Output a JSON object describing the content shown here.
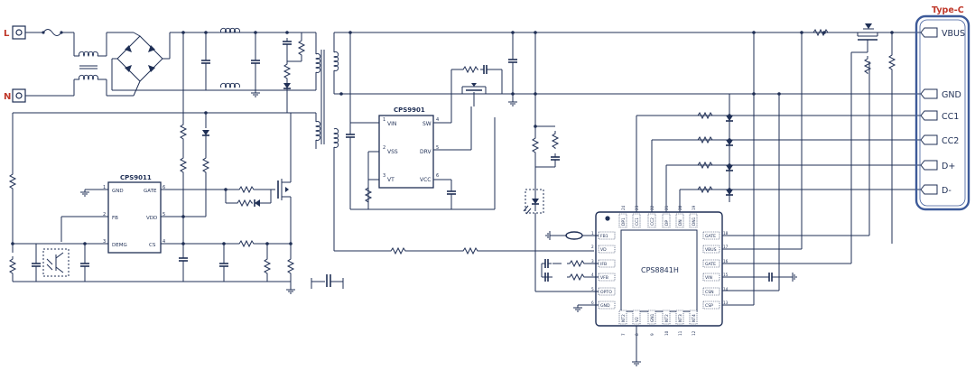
{
  "terminals": {
    "line": "L",
    "neutral": "N"
  },
  "connector": {
    "title": "Type-C",
    "pins": [
      "VBUS",
      "GND",
      "CC1",
      "CC2",
      "D+",
      "D-"
    ]
  },
  "chips": {
    "cps9011": {
      "name": "CPS9011",
      "pins": [
        "GND",
        "FB",
        "DEMG",
        "GATE",
        "VDD",
        "CS"
      ],
      "pin_numbers": [
        "1",
        "2",
        "3",
        "6",
        "5",
        "4"
      ]
    },
    "cps9901": {
      "name": "CPS9901",
      "pins": [
        "VIN",
        "VSS",
        "VT",
        "SW",
        "DRV",
        "VCC"
      ],
      "pin_numbers": [
        "1",
        "2",
        "3",
        "4",
        "5",
        "6"
      ]
    },
    "cps8841h": {
      "name": "CPS8841H",
      "left_pins": [
        "FB1",
        "VD",
        "IFB",
        "VFB",
        "OPTO",
        "GND"
      ],
      "left_pin_numbers": [
        "1",
        "2",
        "3",
        "4",
        "5",
        "6"
      ],
      "right_pins": [
        "GATE",
        "VBUS",
        "GATE",
        "VIN",
        "CSN",
        "CSP"
      ],
      "right_pin_numbers": [
        "18",
        "17",
        "16",
        "15",
        "14",
        "13"
      ],
      "top_pins": [
        "DP1",
        "CC1",
        "CC2",
        "DP",
        "DN",
        "DN1"
      ],
      "top_pin_numbers": [
        "24",
        "23",
        "22",
        "21",
        "20",
        "19"
      ],
      "bottom_pins": [
        "NT2",
        "V2",
        "GN1",
        "NT2",
        "NT3",
        "NT4"
      ],
      "bottom_pin_numbers": [
        "7",
        "8",
        "9",
        "10",
        "11",
        "12"
      ]
    }
  },
  "colors": {
    "wire": "#1f2f55",
    "accent_red": "#c0392b",
    "connector_outline": "#3d5a99"
  }
}
